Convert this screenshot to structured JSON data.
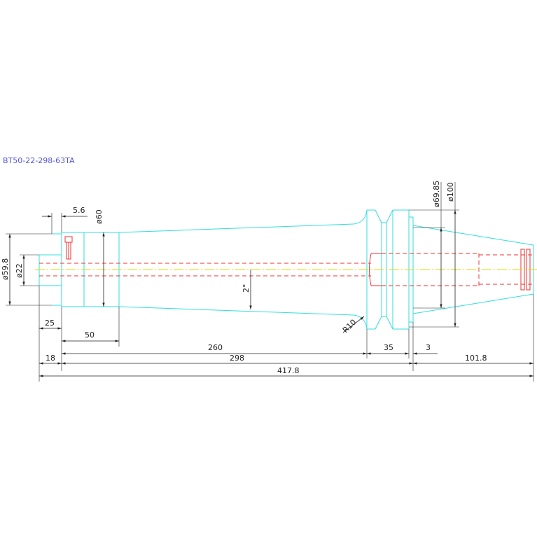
{
  "drawing": {
    "title": "BT50-22-298-63TA",
    "colors": {
      "part_outline": "#33dddd",
      "bore": "#ee3333",
      "centerline": "#dddd00",
      "dimension": "#222222",
      "title": "#5555dd"
    },
    "dimensions": {
      "d5_6": "5.6",
      "dia60": "ø60",
      "dia59_8": "ø59.8",
      "dia22": "ø22",
      "taper_angle": "2°",
      "d25": "25",
      "d50": "50",
      "d260": "260",
      "d35": "35",
      "d3": "3",
      "d18": "18",
      "d298": "298",
      "d101_8": "101.8",
      "d417_8": "417.8",
      "radius": "R10",
      "dia69_85": "ø69.85",
      "dia100": "ø100"
    }
  }
}
